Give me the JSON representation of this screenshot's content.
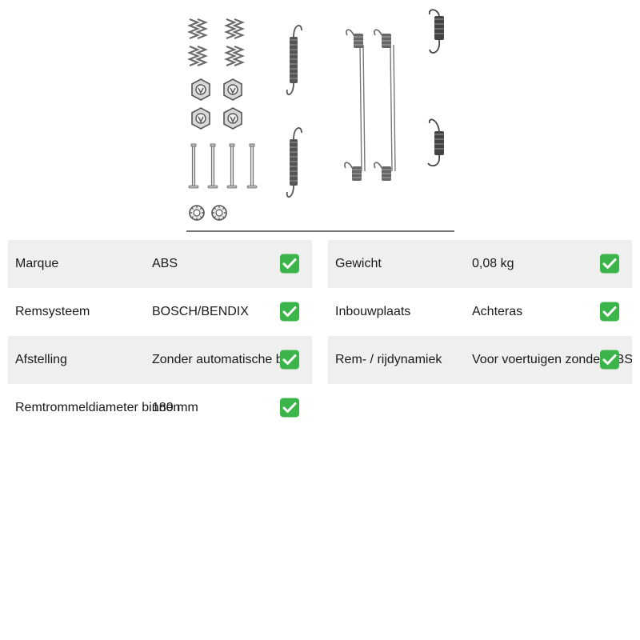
{
  "product": {
    "image_icon": "brake-shoe-fitting-kit-icon"
  },
  "specs_left": [
    {
      "label": "Marque",
      "value": "ABS"
    },
    {
      "label": "Remsysteem",
      "value": "BOSCH/BENDIX"
    },
    {
      "label": "Afstelling",
      "value": "Zonder automatische bijst"
    },
    {
      "label": "Remtrommeldiameter binnen",
      "value": "180 mm"
    }
  ],
  "specs_right": [
    {
      "label": "Gewicht",
      "value": "0,08 kg"
    },
    {
      "label": "Inbouwplaats",
      "value": "Achteras"
    },
    {
      "label": "Rem- / rijdynamiek",
      "value": "Voor voertuigen zonder ABS"
    }
  ],
  "colors": {
    "check_green": "#3bb54a",
    "row_shade": "#efefef"
  }
}
